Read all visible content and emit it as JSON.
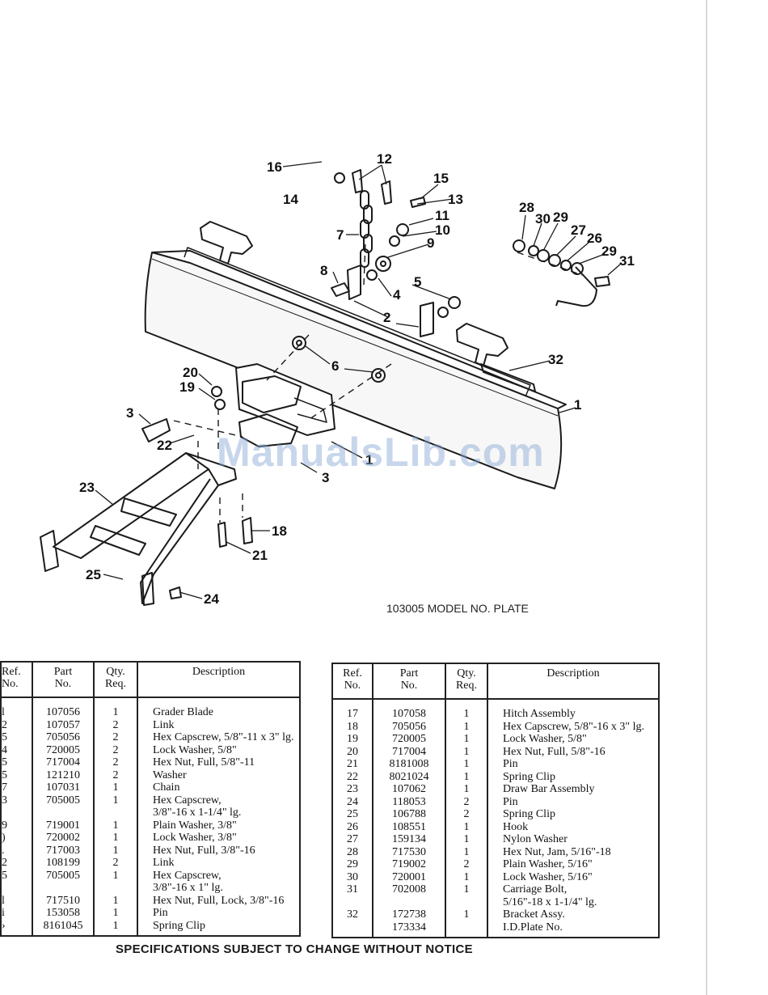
{
  "diagram": {
    "callouts": [
      "16",
      "12",
      "15",
      "14",
      "13",
      "11",
      "10",
      "7",
      "9",
      "28",
      "30",
      "29",
      "27",
      "26",
      "29",
      "31",
      "8",
      "5",
      "4",
      "2",
      "32",
      "1",
      "20",
      "6",
      "19",
      "3",
      "22",
      "1",
      "3",
      "23",
      "18",
      "21",
      "25",
      "24"
    ],
    "model_plate_label": "103005 MODEL NO. PLATE",
    "watermark": "ManualsLib.com"
  },
  "table_left": {
    "headers": {
      "ref": "Ref.\nNo.",
      "part": "Part\nNo.",
      "qty": "Qty.\nReq.",
      "desc": "Description"
    },
    "rows": [
      {
        "ref": "l",
        "part": "107056",
        "qty": "1",
        "desc": "Grader Blade"
      },
      {
        "ref": "2",
        "part": "107057",
        "qty": "2",
        "desc": "Link"
      },
      {
        "ref": "5",
        "part": "705056",
        "qty": "2",
        "desc": "Hex Capscrew, 5/8\"-11 x 3\" lg."
      },
      {
        "ref": "4",
        "part": "720005",
        "qty": "2",
        "desc": "Lock Washer, 5/8\""
      },
      {
        "ref": "5",
        "part": "717004",
        "qty": "2",
        "desc": "Hex Nut, Full, 5/8\"-11"
      },
      {
        "ref": "5",
        "part": "121210",
        "qty": "2",
        "desc": "Washer"
      },
      {
        "ref": "7",
        "part": "107031",
        "qty": "1",
        "desc": "Chain"
      },
      {
        "ref": "3",
        "part": "705005",
        "qty": "1",
        "desc": "Hex Capscrew,"
      },
      {
        "ref": "",
        "part": "",
        "qty": "",
        "desc": "3/8\"-16 x 1-1/4\" lg."
      },
      {
        "ref": "9",
        "part": "719001",
        "qty": "1",
        "desc": "Plain Washer, 3/8\""
      },
      {
        "ref": ")",
        "part": "720002",
        "qty": "1",
        "desc": "Lock Washer, 3/8\""
      },
      {
        "ref": ".",
        "part": "717003",
        "qty": "1",
        "desc": "Hex Nut, Full, 3/8\"-16"
      },
      {
        "ref": "2",
        "part": "108199",
        "qty": "2",
        "desc": "Link"
      },
      {
        "ref": "5",
        "part": "705005",
        "qty": "1",
        "desc": "Hex Capscrew,"
      },
      {
        "ref": "",
        "part": "",
        "qty": "",
        "desc": "3/8\"-16 x 1\" lg."
      },
      {
        "ref": "l",
        "part": "717510",
        "qty": "1",
        "desc": "Hex Nut, Full, Lock, 3/8\"-16"
      },
      {
        "ref": "i",
        "part": "153058",
        "qty": "1",
        "desc": "Pin"
      },
      {
        "ref": "›",
        "part": "8161045",
        "qty": "1",
        "desc": "Spring Clip"
      }
    ]
  },
  "table_right": {
    "headers": {
      "ref": "Ref.\nNo.",
      "part": "Part\nNo.",
      "qty": "Qty.\nReq.",
      "desc": "Description"
    },
    "rows": [
      {
        "ref": "17",
        "part": "107058",
        "qty": "1",
        "desc": "Hitch Assembly"
      },
      {
        "ref": "18",
        "part": "705056",
        "qty": "1",
        "desc": "Hex Capscrew, 5/8\"-16 x 3\" lg."
      },
      {
        "ref": "19",
        "part": "720005",
        "qty": "1",
        "desc": "Lock Washer, 5/8\""
      },
      {
        "ref": "20",
        "part": "717004",
        "qty": "1",
        "desc": "Hex Nut, Full, 5/8\"-16"
      },
      {
        "ref": "21",
        "part": "8181008",
        "qty": "1",
        "desc": "Pin"
      },
      {
        "ref": "22",
        "part": "8021024",
        "qty": "1",
        "desc": "Spring Clip"
      },
      {
        "ref": "23",
        "part": "107062",
        "qty": "1",
        "desc": "Draw Bar Assembly"
      },
      {
        "ref": "24",
        "part": "118053",
        "qty": "2",
        "desc": "Pin"
      },
      {
        "ref": "25",
        "part": "106788",
        "qty": "2",
        "desc": "Spring Clip"
      },
      {
        "ref": "26",
        "part": "108551",
        "qty": "1",
        "desc": "Hook"
      },
      {
        "ref": "27",
        "part": "159134",
        "qty": "1",
        "desc": "Nylon Washer"
      },
      {
        "ref": "28",
        "part": "717530",
        "qty": "1",
        "desc": "Hex Nut, Jam, 5/16\"-18"
      },
      {
        "ref": "29",
        "part": "719002",
        "qty": "2",
        "desc": "Plain Washer, 5/16\""
      },
      {
        "ref": "30",
        "part": "720001",
        "qty": "1",
        "desc": "Lock Washer, 5/16\""
      },
      {
        "ref": "31",
        "part": "702008",
        "qty": "1",
        "desc": "Carriage Bolt,"
      },
      {
        "ref": "",
        "part": "",
        "qty": "",
        "desc": "5/16\"-18 x 1-1/4\" lg."
      },
      {
        "ref": "32",
        "part": "172738",
        "qty": "1",
        "desc": "Bracket Assy."
      },
      {
        "ref": "",
        "part": "173334",
        "qty": "",
        "desc": "I.D.Plate No."
      }
    ]
  },
  "footer": {
    "note": "SPECIFICATIONS SUBJECT TO CHANGE WITHOUT NOTICE"
  }
}
